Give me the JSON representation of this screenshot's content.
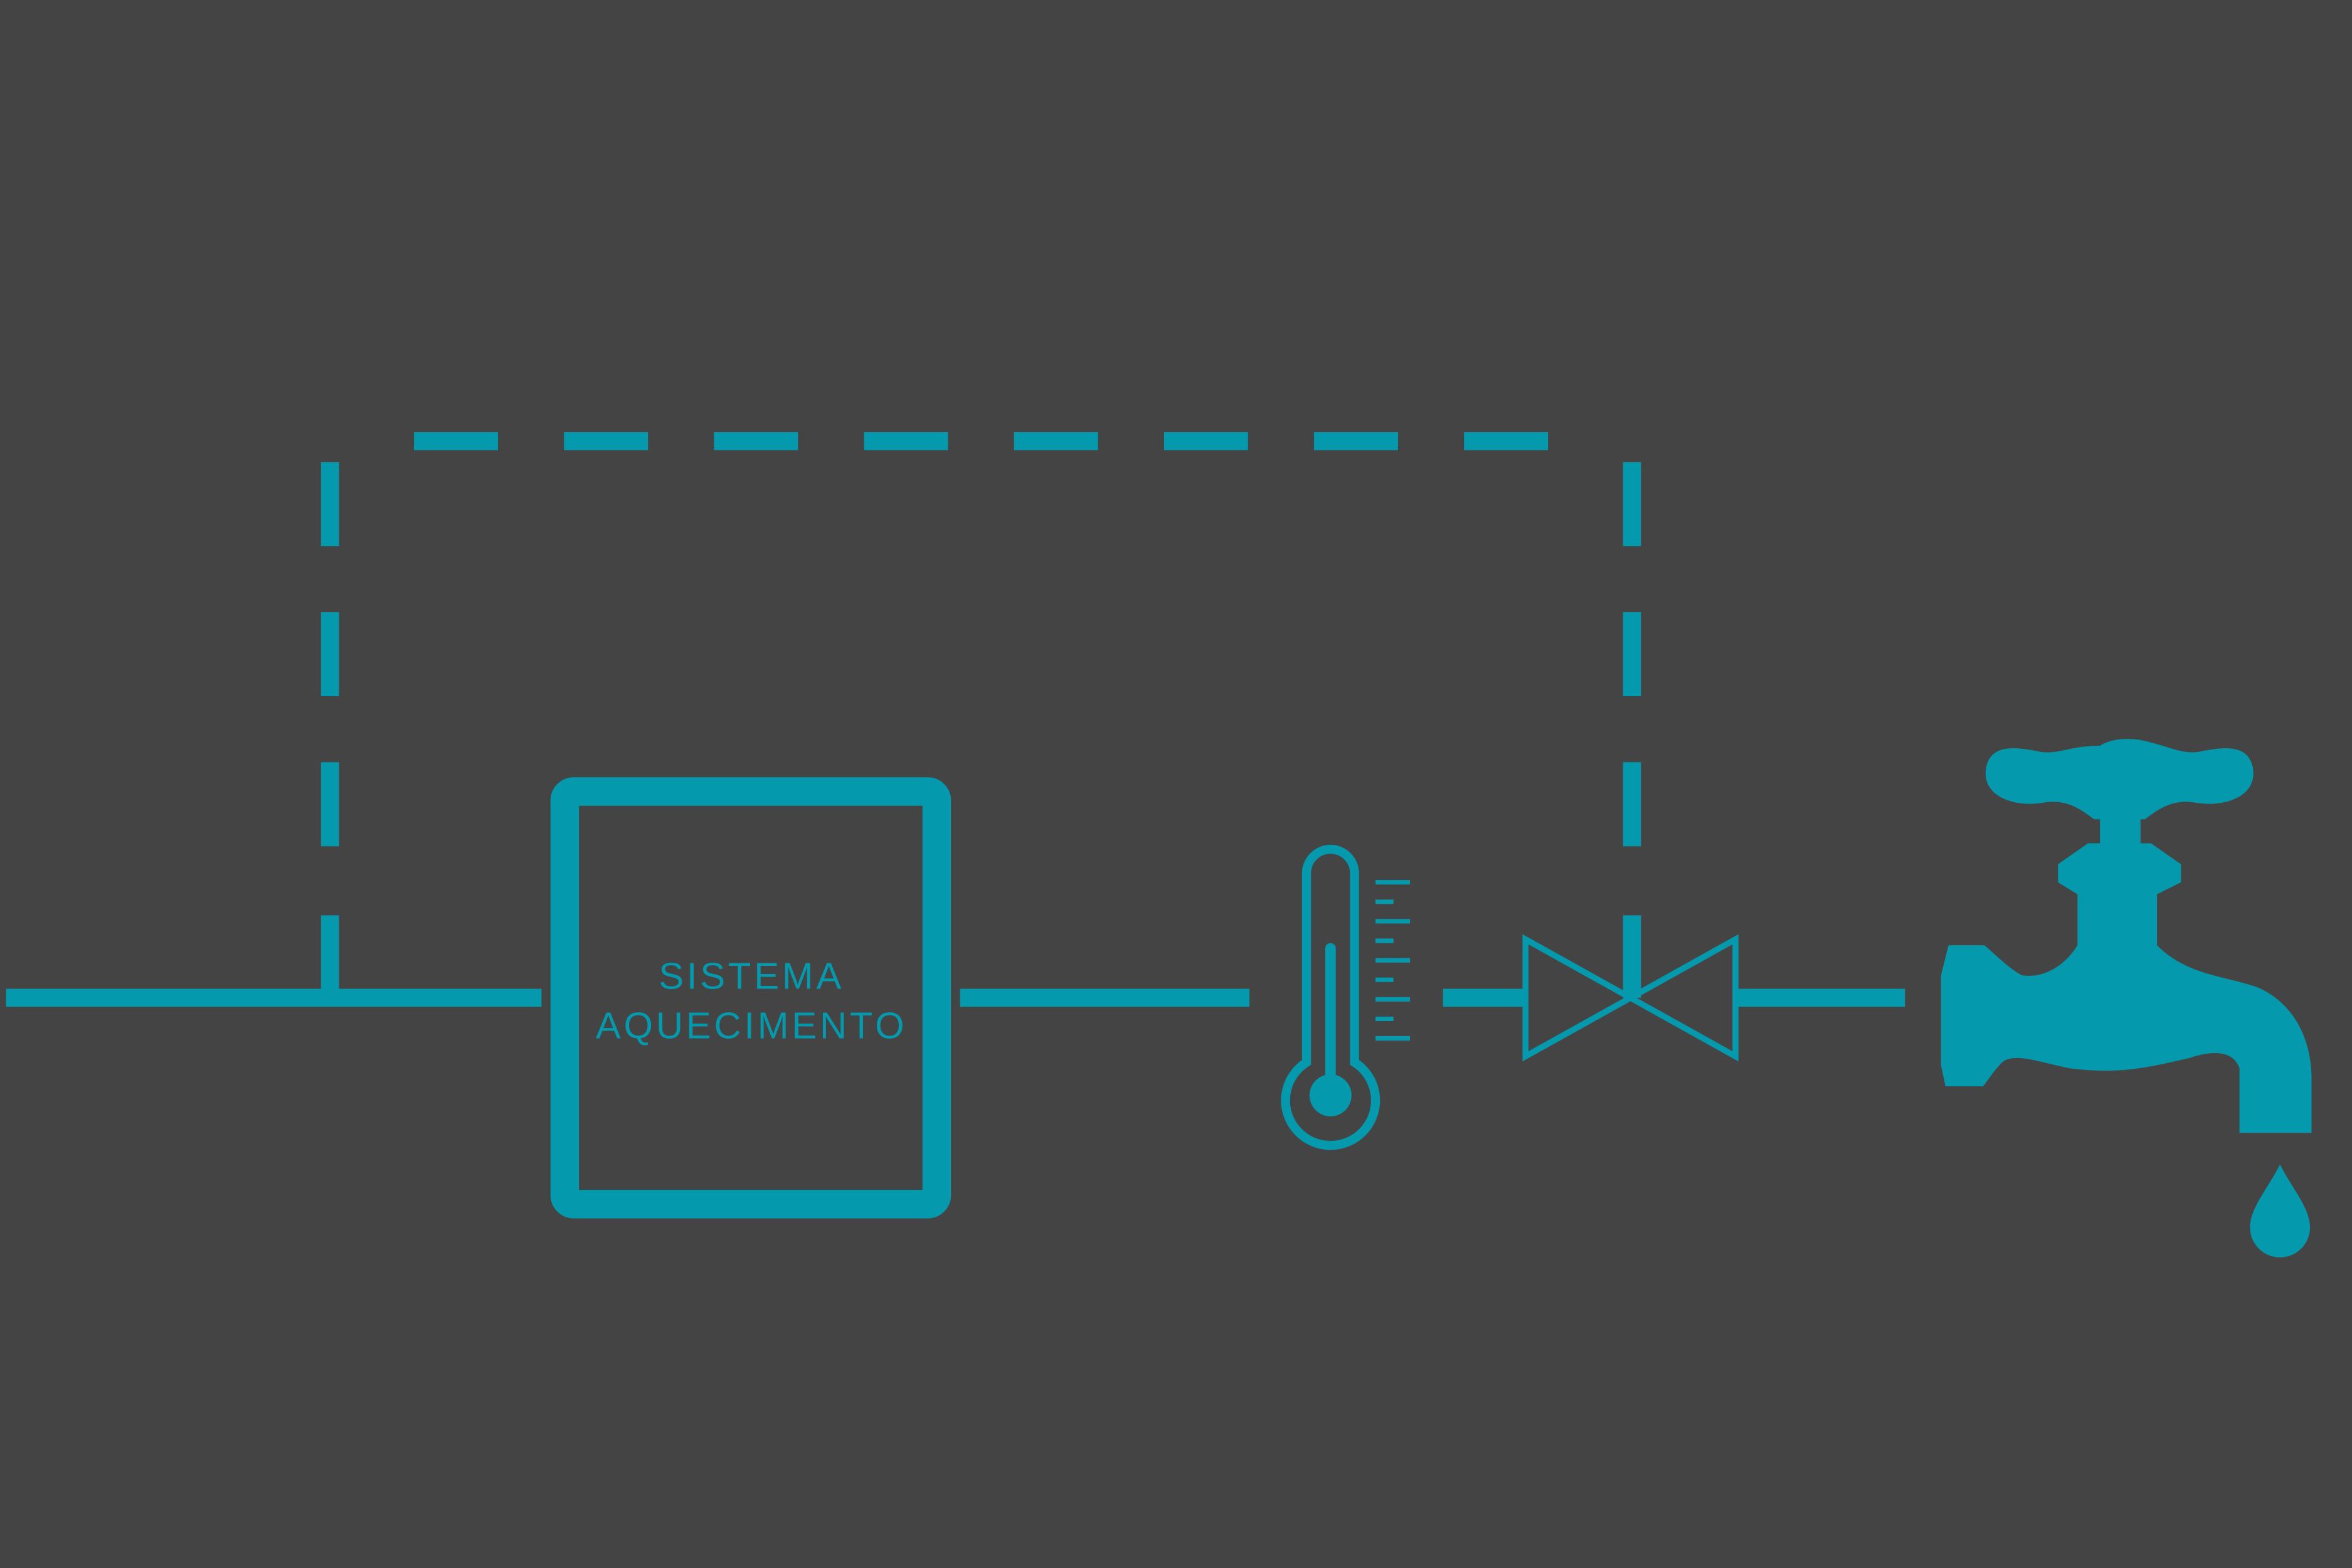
{
  "diagram": {
    "background_color": "#444444",
    "accent_color": "#0499AC",
    "heater": {
      "label_line1": "SISTEMA",
      "label_line2": "AQUECIMENTO"
    },
    "components": [
      {
        "id": "heater",
        "icon": "heating-system-box"
      },
      {
        "id": "thermometer",
        "icon": "thermometer-icon"
      },
      {
        "id": "valve",
        "icon": "valve-icon"
      },
      {
        "id": "faucet",
        "icon": "faucet-icon"
      },
      {
        "id": "drop",
        "icon": "water-drop-icon"
      }
    ],
    "lines": {
      "supply_line": "solid",
      "recirculation_loop": "dashed"
    }
  }
}
